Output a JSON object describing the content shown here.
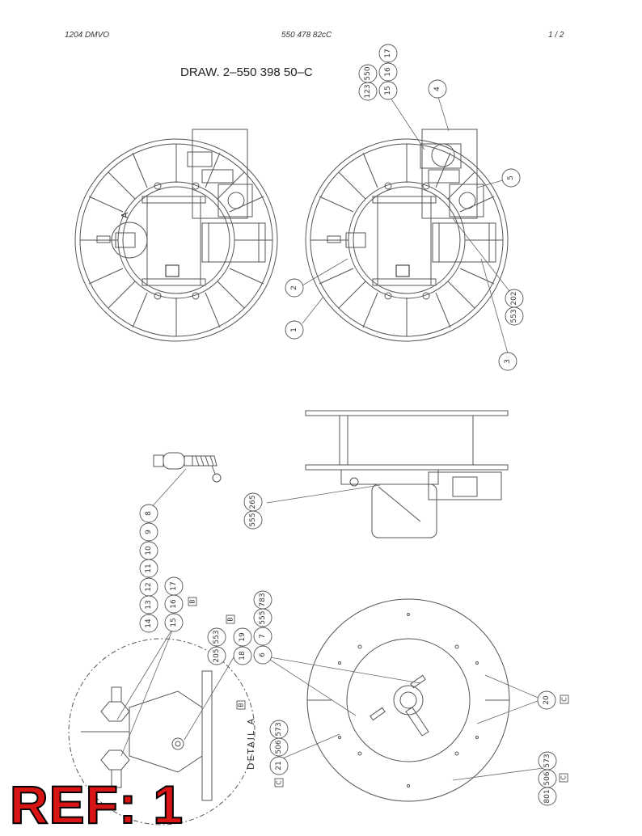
{
  "header": {
    "left": "1204 DMVO",
    "center": "550 478 82cC",
    "right": "1 /   2"
  },
  "drawing_title": "DRAW. 2–550 398 50–C",
  "balloons": {
    "b123": "123",
    "b550": "550",
    "b17a": "17",
    "b16a": "16",
    "b15a": "15",
    "b4": "4",
    "b5": "5",
    "b2": "2",
    "b1": "1",
    "b3": "3",
    "b553a": "553",
    "b202": "202",
    "b555a": "555",
    "b265": "265",
    "b8": "8",
    "b9": "9",
    "b10": "10",
    "b11": "11",
    "b12": "12",
    "b13": "13",
    "b14": "14",
    "b17b": "17",
    "b16b": "16",
    "b15b": "15",
    "b205": "205",
    "b553b": "553",
    "b18": "18",
    "b19": "19",
    "b783": "783",
    "b555b": "555",
    "b7": "7",
    "b6": "6",
    "b573a": "573",
    "b506a": "506",
    "b21": "21",
    "b20": "20",
    "b573b": "573",
    "b506b": "506",
    "b801": "801"
  },
  "box_labels": {
    "B1": "B",
    "B2": "B",
    "B3": "B",
    "C1": "C",
    "C2": "C",
    "C3": "C"
  },
  "detail_label": "DETAIL A",
  "view_label": "A",
  "ref_label": "REF: 1"
}
